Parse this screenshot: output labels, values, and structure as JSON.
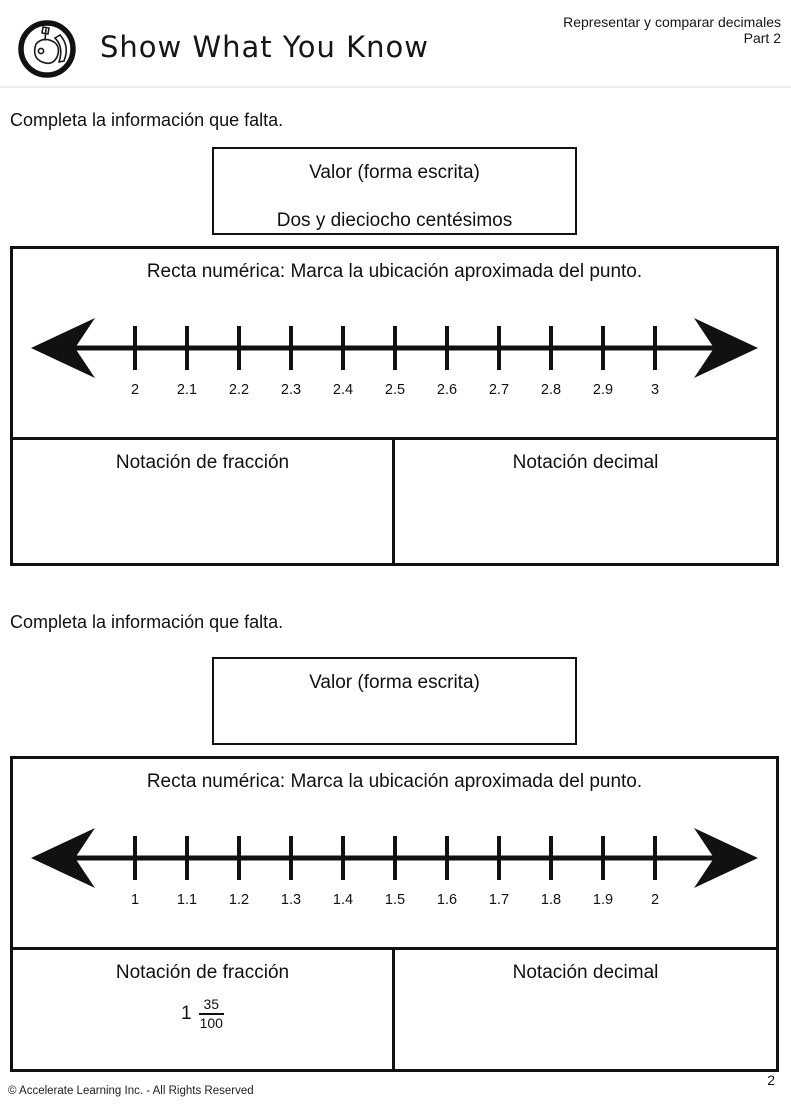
{
  "header": {
    "title": "Show What You Know",
    "subtitle_line1": "Representar y comparar decimales",
    "subtitle_line2": "Part 2",
    "logo_icon": "show-what-you-know-badge"
  },
  "colors": {
    "ink": "#111111",
    "hairline": "#ececec",
    "background": "#ffffff"
  },
  "sections": [
    {
      "instruction": "Completa la información que falta.",
      "value_box": {
        "label": "Valor (forma escrita)",
        "value": "Dos y dieciocho centésimos"
      },
      "number_line": {
        "title": "Recta numérica: Marca la ubicación aproximada del punto.",
        "tick_labels": [
          "2",
          "2.1",
          "2.2",
          "2.3",
          "2.4",
          "2.5",
          "2.6",
          "2.7",
          "2.8",
          "2.9",
          "3"
        ]
      },
      "fraction_cell": {
        "label": "Notación de fracción"
      },
      "decimal_cell": {
        "label": "Notación decimal"
      }
    },
    {
      "instruction": "Completa la información que falta.",
      "value_box": {
        "label": "Valor (forma escrita)",
        "value": ""
      },
      "number_line": {
        "title": "Recta numérica: Marca la ubicación aproximada del punto.",
        "tick_labels": [
          "1",
          "1.1",
          "1.2",
          "1.3",
          "1.4",
          "1.5",
          "1.6",
          "1.7",
          "1.8",
          "1.9",
          "2"
        ]
      },
      "fraction_cell": {
        "label": "Notación de fracción",
        "whole": "1",
        "numerator": "35",
        "denominator": "100"
      },
      "decimal_cell": {
        "label": "Notación decimal"
      }
    }
  ],
  "footer": {
    "copyright": "© Accelerate Learning Inc. - All Rights Reserved",
    "page_number": "2"
  }
}
